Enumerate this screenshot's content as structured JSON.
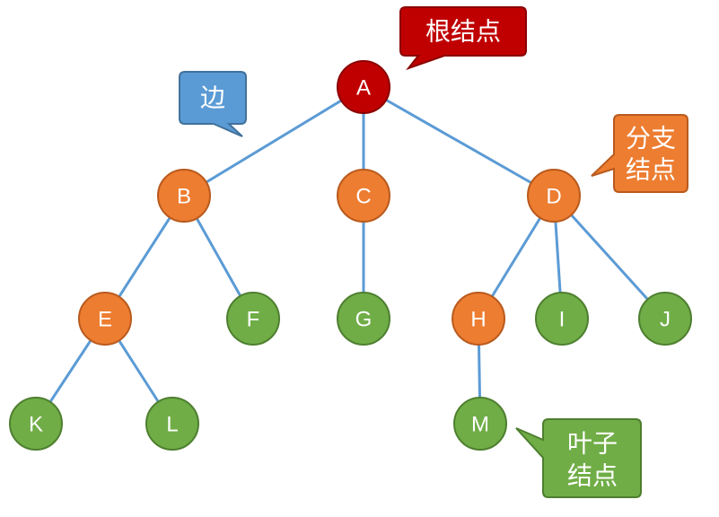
{
  "nodes": {
    "A": {
      "label": "A",
      "kind": "root"
    },
    "B": {
      "label": "B",
      "kind": "branch"
    },
    "C": {
      "label": "C",
      "kind": "branch"
    },
    "D": {
      "label": "D",
      "kind": "branch"
    },
    "E": {
      "label": "E",
      "kind": "branch"
    },
    "F": {
      "label": "F",
      "kind": "leaf"
    },
    "G": {
      "label": "G",
      "kind": "leaf"
    },
    "H": {
      "label": "H",
      "kind": "branch"
    },
    "I": {
      "label": "I",
      "kind": "leaf"
    },
    "J": {
      "label": "J",
      "kind": "leaf"
    },
    "K": {
      "label": "K",
      "kind": "leaf"
    },
    "L": {
      "label": "L",
      "kind": "leaf"
    },
    "M": {
      "label": "M",
      "kind": "leaf"
    }
  },
  "edges": [
    [
      "A",
      "B"
    ],
    [
      "A",
      "C"
    ],
    [
      "A",
      "D"
    ],
    [
      "B",
      "E"
    ],
    [
      "B",
      "F"
    ],
    [
      "C",
      "G"
    ],
    [
      "D",
      "H"
    ],
    [
      "D",
      "I"
    ],
    [
      "D",
      "J"
    ],
    [
      "E",
      "K"
    ],
    [
      "E",
      "L"
    ],
    [
      "H",
      "M"
    ]
  ],
  "callouts": {
    "root": {
      "lines": [
        "根结点"
      ]
    },
    "edge": {
      "lines": [
        "边"
      ]
    },
    "branch": {
      "lines": [
        "分支",
        "结点"
      ]
    },
    "leaf": {
      "lines": [
        "叶子",
        "结点"
      ]
    }
  },
  "colors": {
    "root_fill": "#c00000",
    "root_stroke": "#8b0000",
    "branch_fill": "#ed7d31",
    "branch_stroke": "#b95a1d",
    "leaf_fill": "#70ad47",
    "leaf_stroke": "#4e7f2f",
    "edge": "#5b9bd5",
    "callout_edge_fill": "#5b9bd5",
    "callout_edge_stroke": "#41719c"
  }
}
